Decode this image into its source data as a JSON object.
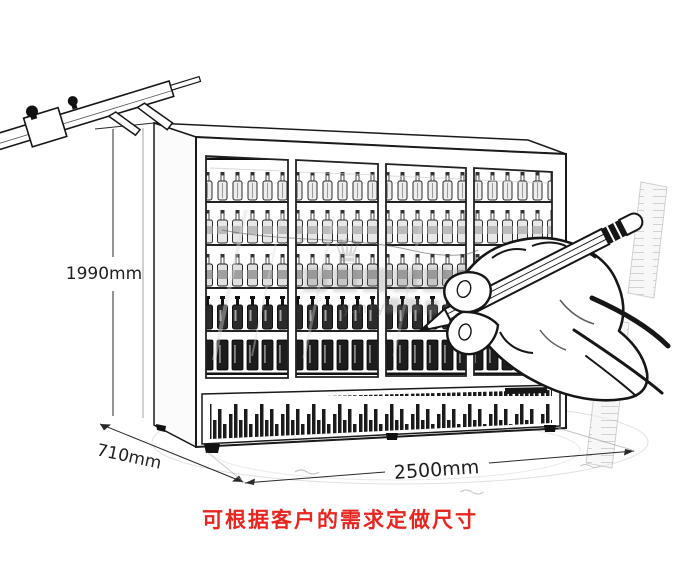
{
  "dimensions": {
    "height": "1990mm",
    "depth": "710mm",
    "width": "2500mm"
  },
  "note": {
    "text": "可根据客户的需求定做尺寸"
  },
  "watermark": {
    "crown_glyph": "♛",
    "url_fragment": "y.hfy"
  },
  "colors": {
    "note_red": "#e8251f",
    "ink": "#1a1a1a",
    "watermark_gray": "#7d7d7d",
    "dimension_text": "#1f1f1f"
  },
  "illustration_elements": [
    "vernier-caliper",
    "four-door-display-cooler",
    "hand-holding-pencil",
    "steel-ruler"
  ]
}
